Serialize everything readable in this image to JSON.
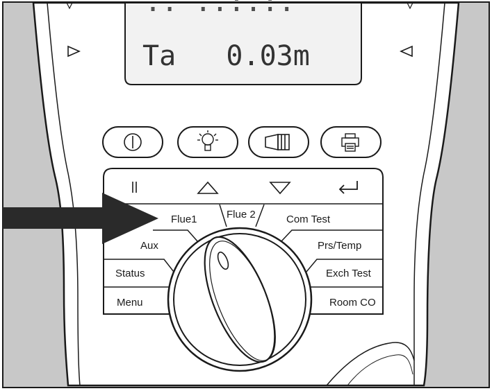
{
  "display": {
    "row1_text": "Ta   0.03m"
  },
  "icons": {
    "side_arrow_left": "triangle-right-icon",
    "side_arrow_right": "triangle-left-icon",
    "power": "power-icon",
    "light": "light-bulb-icon",
    "flashlight": "flashlight-icon",
    "print": "printer-icon",
    "hold": "pause-icon",
    "up": "up-triangle-icon",
    "down": "down-triangle-icon",
    "enter": "enter-icon"
  },
  "dial_labels": {
    "flue1": "Flue1",
    "flue2": "Flue 2",
    "com_test": "Com Test",
    "aux": "Aux",
    "prs_temp": "Prs/Temp",
    "status": "Status",
    "exch_test": "Exch Test",
    "menu": "Menu",
    "room_co": "Room CO"
  },
  "colors": {
    "body_gray": "#c8c8c8",
    "lcd_bg": "#f2f2f2",
    "ink": "#1a1a1a",
    "arrow": "#2a2a2a"
  }
}
